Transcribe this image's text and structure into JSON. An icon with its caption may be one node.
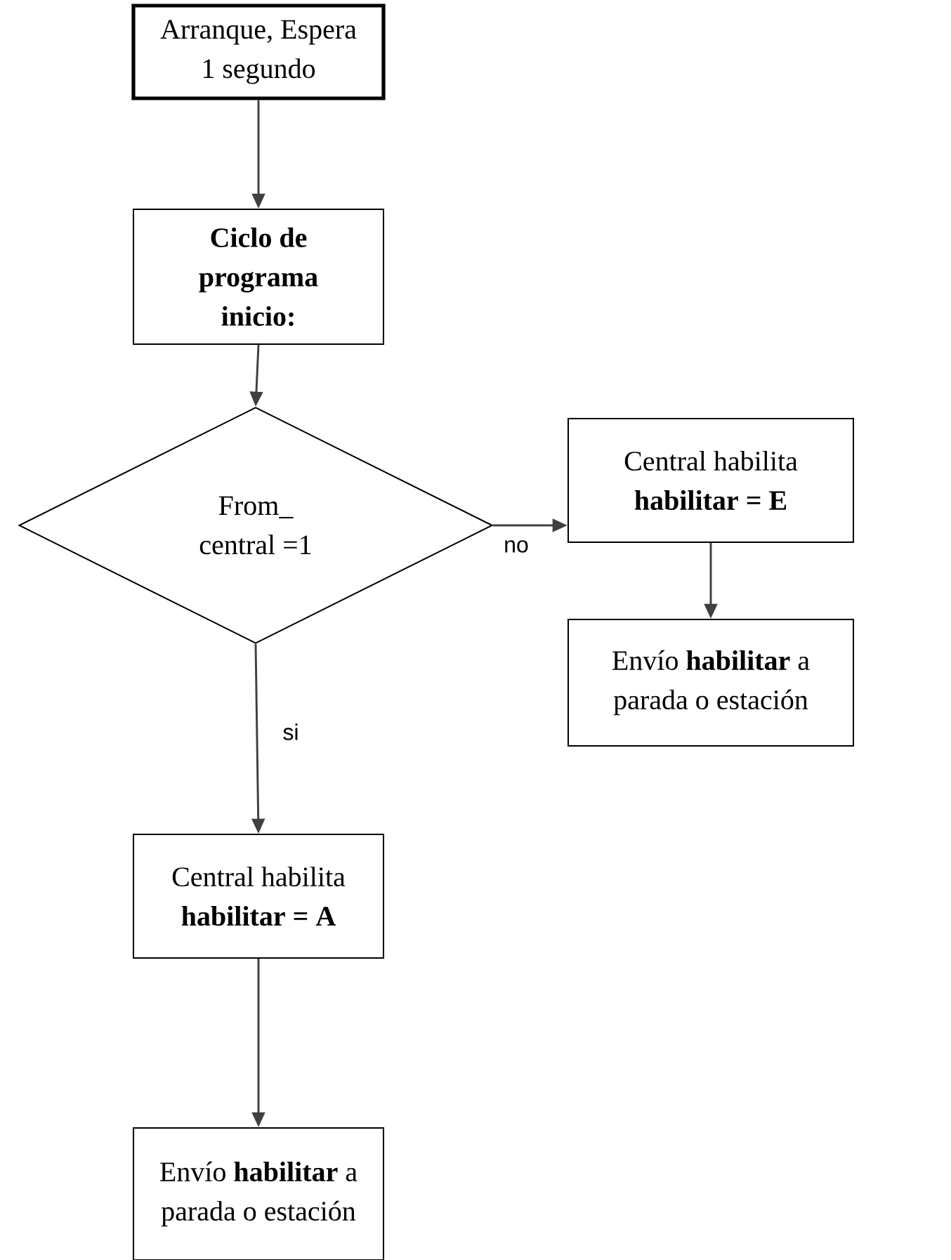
{
  "diagram": {
    "nodes": [
      {
        "text": [
          "Arranque, Espera 1 segundo"
        ]
      },
      {
        "text": [
          "Ciclo de programa inicio:"
        ]
      },
      {
        "text": [
          "From_ central =1"
        ]
      },
      {
        "text": [
          "Central habilita **habilitar = E**"
        ]
      },
      {
        "text": [
          "Envío **habilitar** a parada o estación"
        ]
      },
      {
        "text": [
          "Central habilita **habilitar = A**"
        ]
      },
      {
        "text": [
          "Envío **habilitar** a parada o estación"
        ]
      }
    ],
    "edges": [
      {
        "from": 0,
        "to": 1,
        "arrow": "to"
      },
      {
        "from": 1,
        "to": 2,
        "arrow": "to"
      },
      {
        "from": 2,
        "to": 3,
        "arrow": "to",
        "label": "no"
      },
      {
        "from": 3,
        "to": 4,
        "arrow": "to"
      },
      {
        "from": 2,
        "to": 5,
        "arrow": "to",
        "label": "si"
      },
      {
        "from": 5,
        "to": 6,
        "arrow": "to"
      }
    ]
  }
}
